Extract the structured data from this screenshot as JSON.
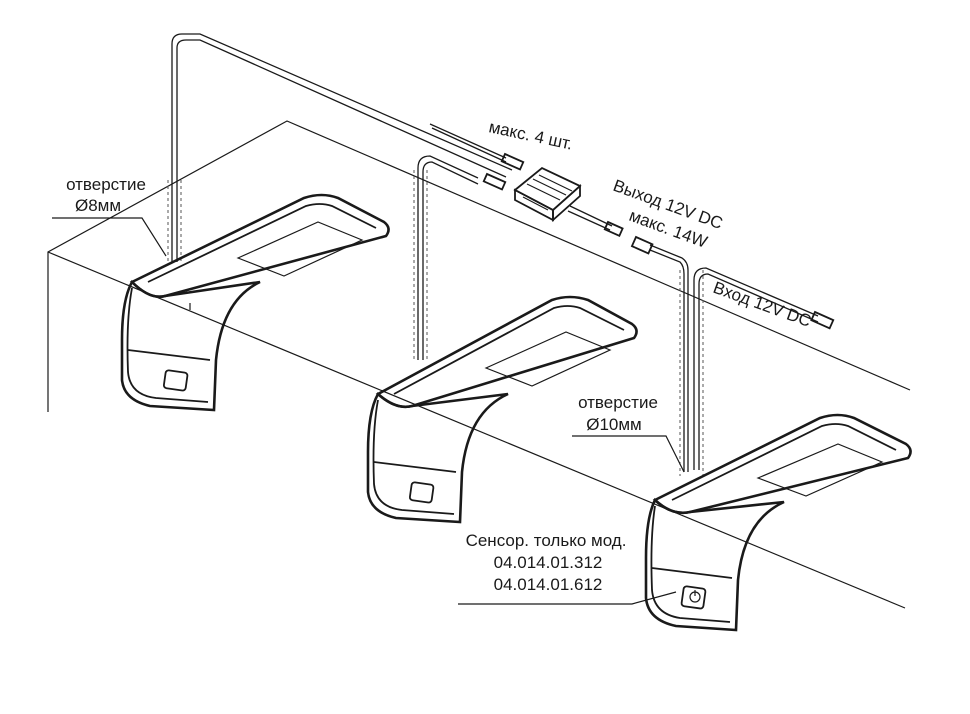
{
  "labels": {
    "hole_small_line1": "отверстие",
    "hole_small_line2": "Ø8мм",
    "max_count": "макс. 4 шт.",
    "output_voltage": "Выход 12V DC",
    "max_power": "макс. 14W",
    "input_voltage": "Вход 12V DC",
    "hole_large_line1": "отверстие",
    "hole_large_line2": "Ø10мм",
    "sensor_note": "Сенсор. только мод.",
    "model_1": "04.014.01.312",
    "model_2": "04.014.01.612"
  }
}
